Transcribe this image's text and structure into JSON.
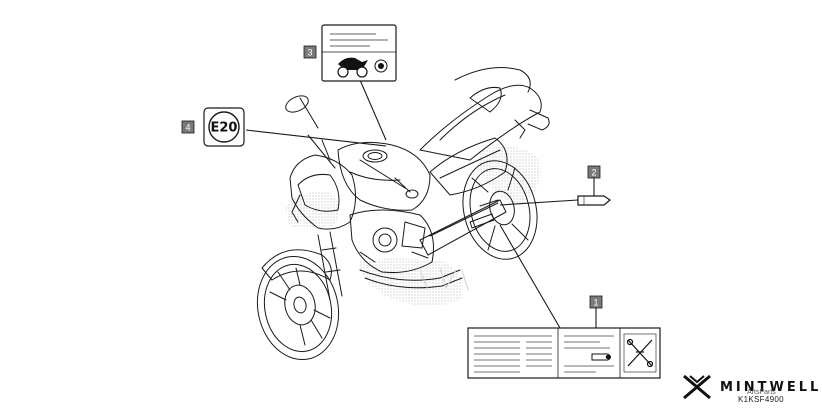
{
  "callouts": {
    "c1": "1",
    "c2": "2",
    "c3": "3",
    "c4": "4"
  },
  "labels": {
    "fuel_label_text": "E20"
  },
  "footer": {
    "brand_name": "MINTWELL",
    "watermark_small": "ArtsParts",
    "part_code": "K1KSF4900"
  },
  "colors": {
    "line": "#1a1a1a",
    "callout_fill": "#7a7a7a",
    "stipple": "#bdbdbd"
  }
}
